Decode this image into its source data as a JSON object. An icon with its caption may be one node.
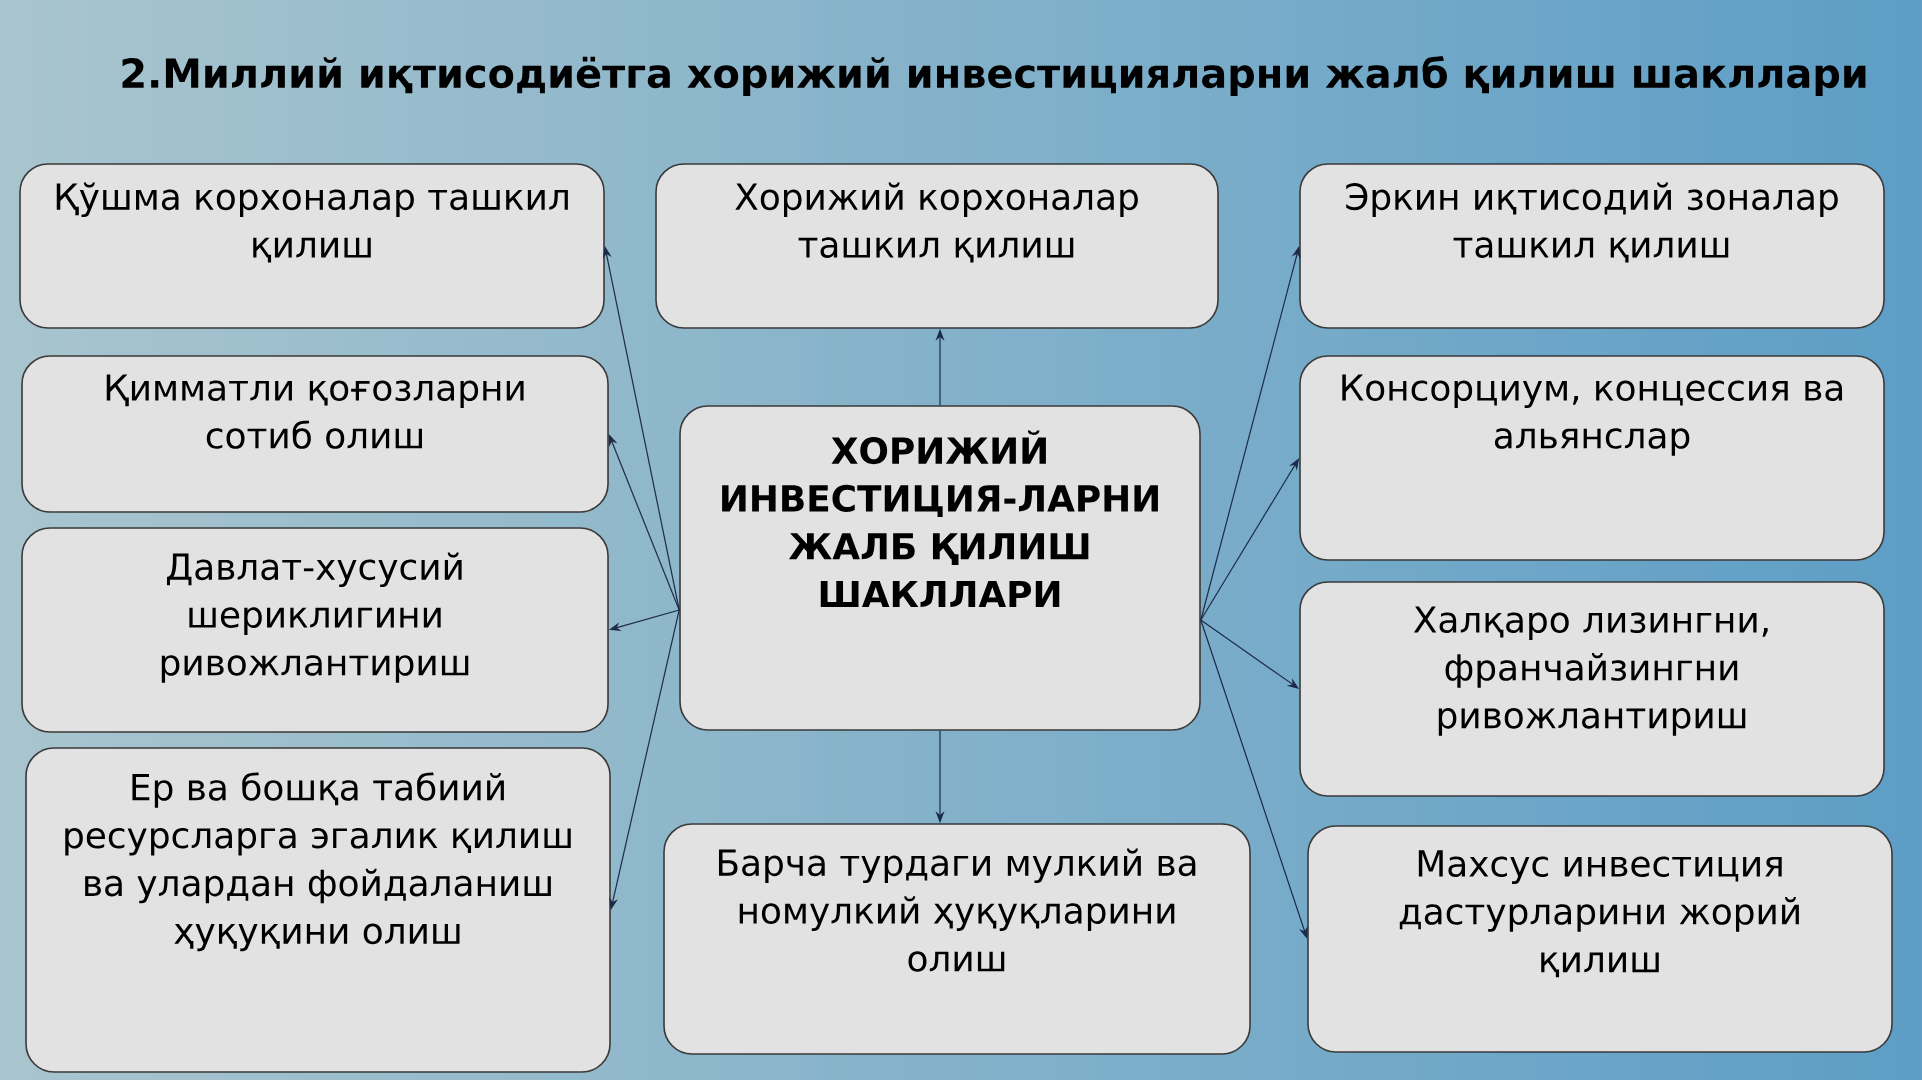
{
  "diagram": {
    "title": "2.Миллий иқтисодиётга хорижий инвестицияларни жалб қилиш шакллари",
    "nodes": [
      {
        "text": [
          "Қўшма корхоналар ташкил қилиш"
        ]
      },
      {
        "text": [
          "Хорижий корхоналар ташкил қилиш"
        ]
      },
      {
        "text": [
          "Эркин иқтисодий зоналар ташкил қилиш"
        ]
      },
      {
        "text": [
          "Қимматли қоғозларни сотиб олиш"
        ]
      },
      {
        "text": [
          "ХОРИЖИЙ ИНВЕСТИЦИЯ-ЛАРНИ ЖАЛБ ҚИЛИШ ШАКЛЛАРИ"
        ]
      },
      {
        "text": [
          "Консорциум, концессия ва альянслар"
        ]
      },
      {
        "text": [
          "Давлат-хусусий шериклигини ривожлантириш"
        ]
      },
      {
        "text": [
          "Халқаро лизингни, франчайзингни ривожлантириш"
        ]
      },
      {
        "text": [
          "Ер ва бошқа табиий ресурсларга эгалик қилиш ва улардан фойдаланиш ҳуқуқини олиш"
        ]
      },
      {
        "text": [
          "Барча турдаги мулкий ва номулкий ҳуқуқларини олиш"
        ]
      },
      {
        "text": [
          "Махсус инвестиция дастурларини жорий қилиш"
        ]
      }
    ],
    "edges": [
      {
        "from": 4,
        "to": 0,
        "arrow": "to"
      },
      {
        "from": 4,
        "to": 3,
        "arrow": "to"
      },
      {
        "from": 4,
        "to": 6,
        "arrow": "to"
      },
      {
        "from": 4,
        "to": 8,
        "arrow": "to"
      },
      {
        "from": 4,
        "to": 1,
        "arrow": "to"
      },
      {
        "from": 4,
        "to": 9,
        "arrow": "to"
      },
      {
        "from": 4,
        "to": 2,
        "arrow": "to"
      },
      {
        "from": 4,
        "to": 5,
        "arrow": "to"
      },
      {
        "from": 4,
        "to": 7,
        "arrow": "to"
      },
      {
        "from": 4,
        "to": 10,
        "arrow": "to"
      }
    ]
  }
}
